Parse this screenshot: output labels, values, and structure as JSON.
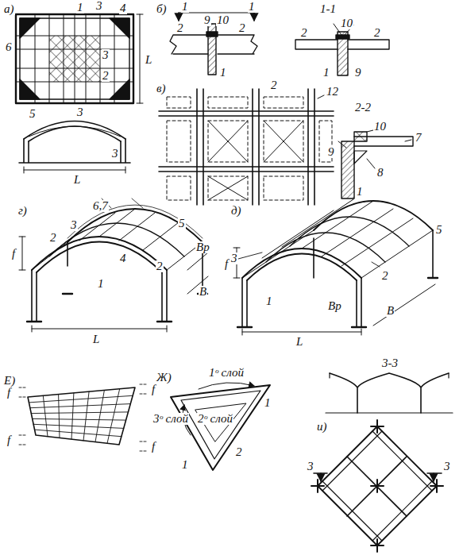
{
  "diagram": {
    "labels": [
      "а)",
      "1",
      "3",
      "4",
      "6",
      "3",
      "2",
      "L",
      "5",
      "3",
      "3",
      "L",
      "б)",
      "1",
      "1",
      "2",
      "9",
      "10",
      "2",
      "1",
      "1-1",
      "2",
      "10",
      "2",
      "1",
      "9",
      "в)",
      "2",
      "12",
      "2-2",
      "9",
      "10",
      "7",
      "8",
      "1",
      "г)",
      "6,7",
      "3",
      "2",
      "5",
      "Вр",
      "4",
      "f",
      "1",
      "2",
      "В",
      "L",
      "д)",
      "5",
      "3",
      "2",
      "f",
      "1",
      "Вр",
      "В",
      "L",
      "Е)",
      "f",
      "f",
      "f",
      "f",
      "Ж)",
      "1ᵒ слой",
      "3ᵒ слой",
      "2ᵒ слой",
      "1",
      "2",
      "1",
      "и)",
      "3",
      "3",
      "3-3"
    ]
  }
}
